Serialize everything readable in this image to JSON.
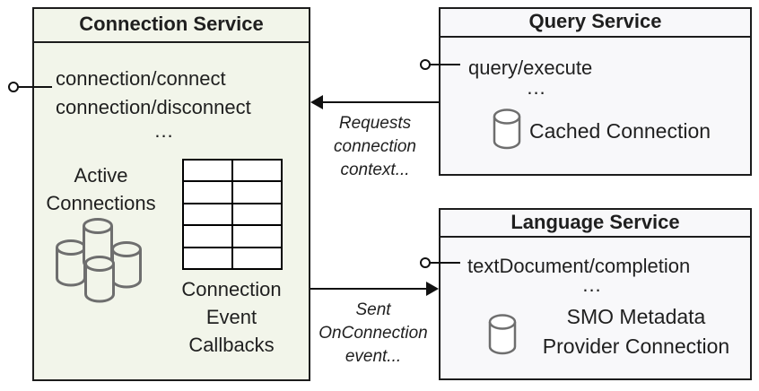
{
  "diagram_title": "Service connection architecture diagram",
  "colors": {
    "connection_fill": "#f2f5ea",
    "service_fill": "#f8f8fa",
    "border_color": "#1c1c1c",
    "cylinder_stroke": "#6e6e6e",
    "text_color": "#1f1f1f"
  },
  "connection_service": {
    "title": "Connection Service",
    "methods": [
      "connection/connect",
      "connection/disconnect"
    ],
    "ellipsis": "...",
    "active_connections": [
      "Active",
      "Connections"
    ],
    "callbacks_label": [
      "Connection",
      "Event",
      "Callbacks"
    ],
    "icons": [
      "interface-lollipop-icon",
      "database-cluster-icon",
      "callback-grid-icon"
    ]
  },
  "query_service": {
    "title": "Query Service",
    "methods": [
      "query/execute"
    ],
    "ellipsis": "...",
    "cache_label": "Cached Connection",
    "icons": [
      "interface-lollipop-icon",
      "database-icon"
    ]
  },
  "language_service": {
    "title": "Language Service",
    "methods": [
      "textDocument/completion"
    ],
    "ellipsis": "...",
    "cache_label": [
      "SMO Metadata",
      "Provider Connection"
    ],
    "icons": [
      "interface-lollipop-icon",
      "database-icon"
    ]
  },
  "arrows": {
    "requests": {
      "label_lines": [
        "Requests",
        "connection",
        "context..."
      ],
      "from": "Query Service",
      "to": "Connection Service"
    },
    "sent": {
      "label_lines": [
        "Sent",
        "OnConnection",
        "event..."
      ],
      "from": "Connection Service",
      "to": "Language Service"
    }
  }
}
